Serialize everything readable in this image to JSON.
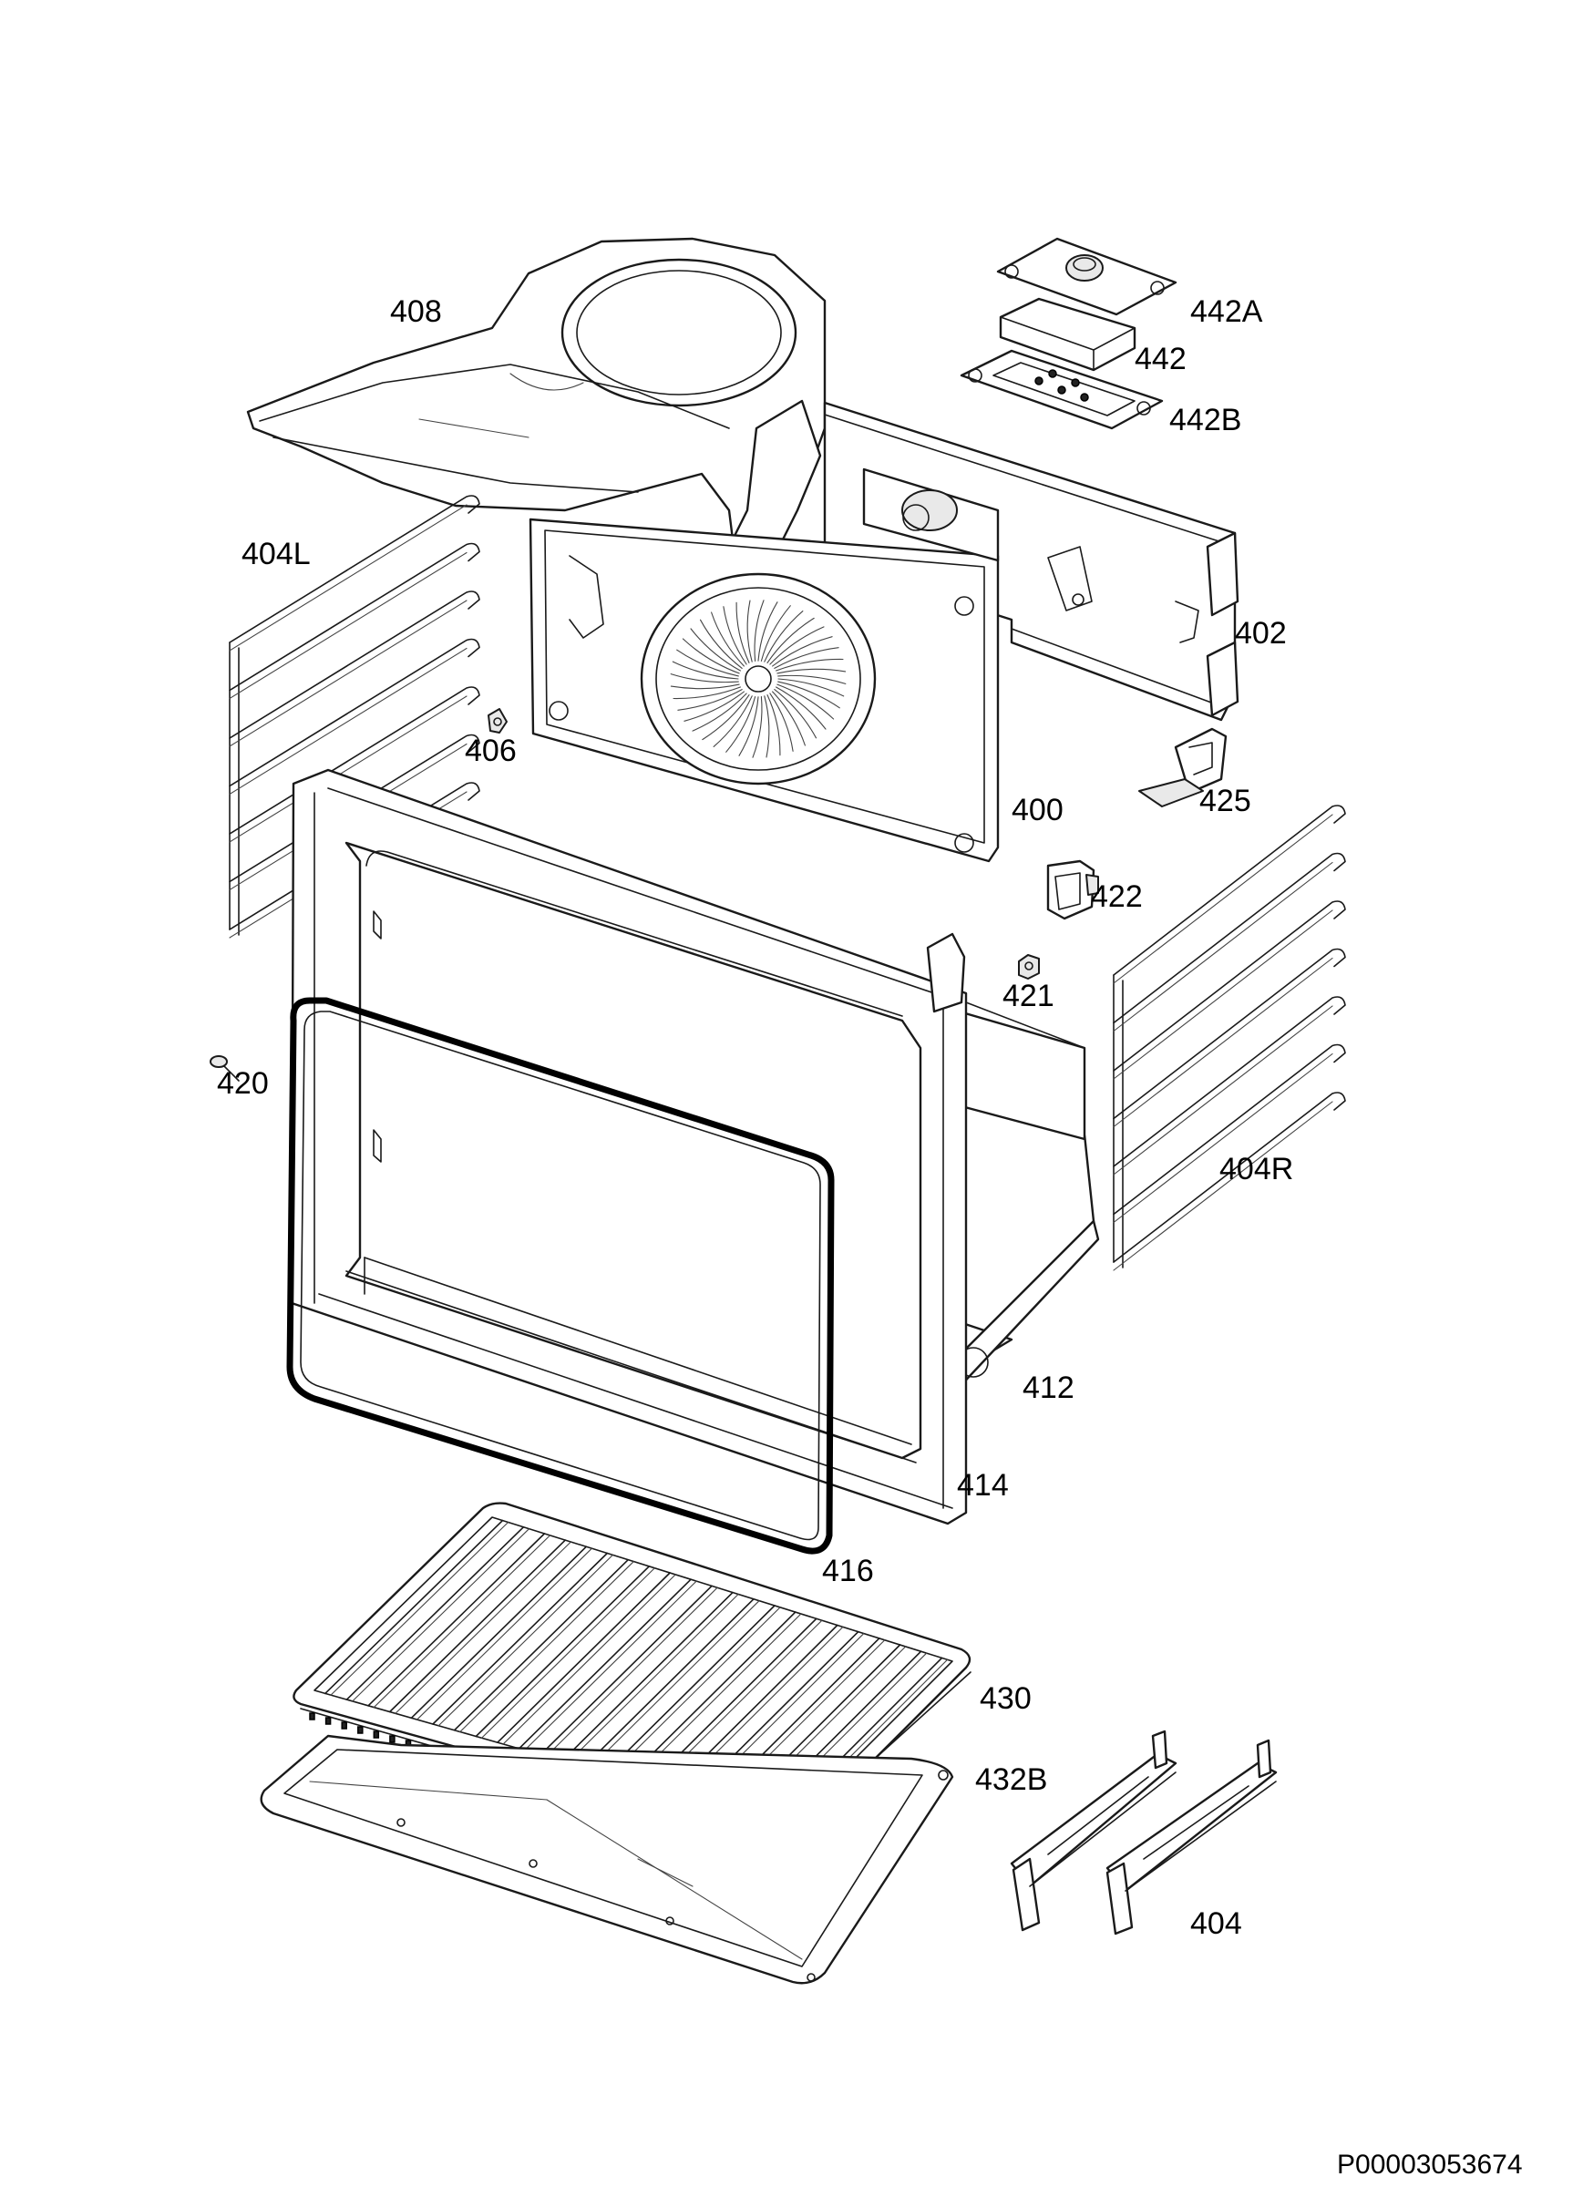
{
  "document_code": "P00003053674",
  "parts": {
    "p408": "408",
    "p442A": "442A",
    "p442": "442",
    "p442B": "442B",
    "p404L": "404L",
    "p402": "402",
    "p406": "406",
    "p400": "400",
    "p425": "425",
    "p422": "422",
    "p421": "421",
    "p420": "420",
    "p404R": "404R",
    "p412": "412",
    "p414": "414",
    "p416": "416",
    "p430": "430",
    "p432B": "432B",
    "p404": "404"
  }
}
